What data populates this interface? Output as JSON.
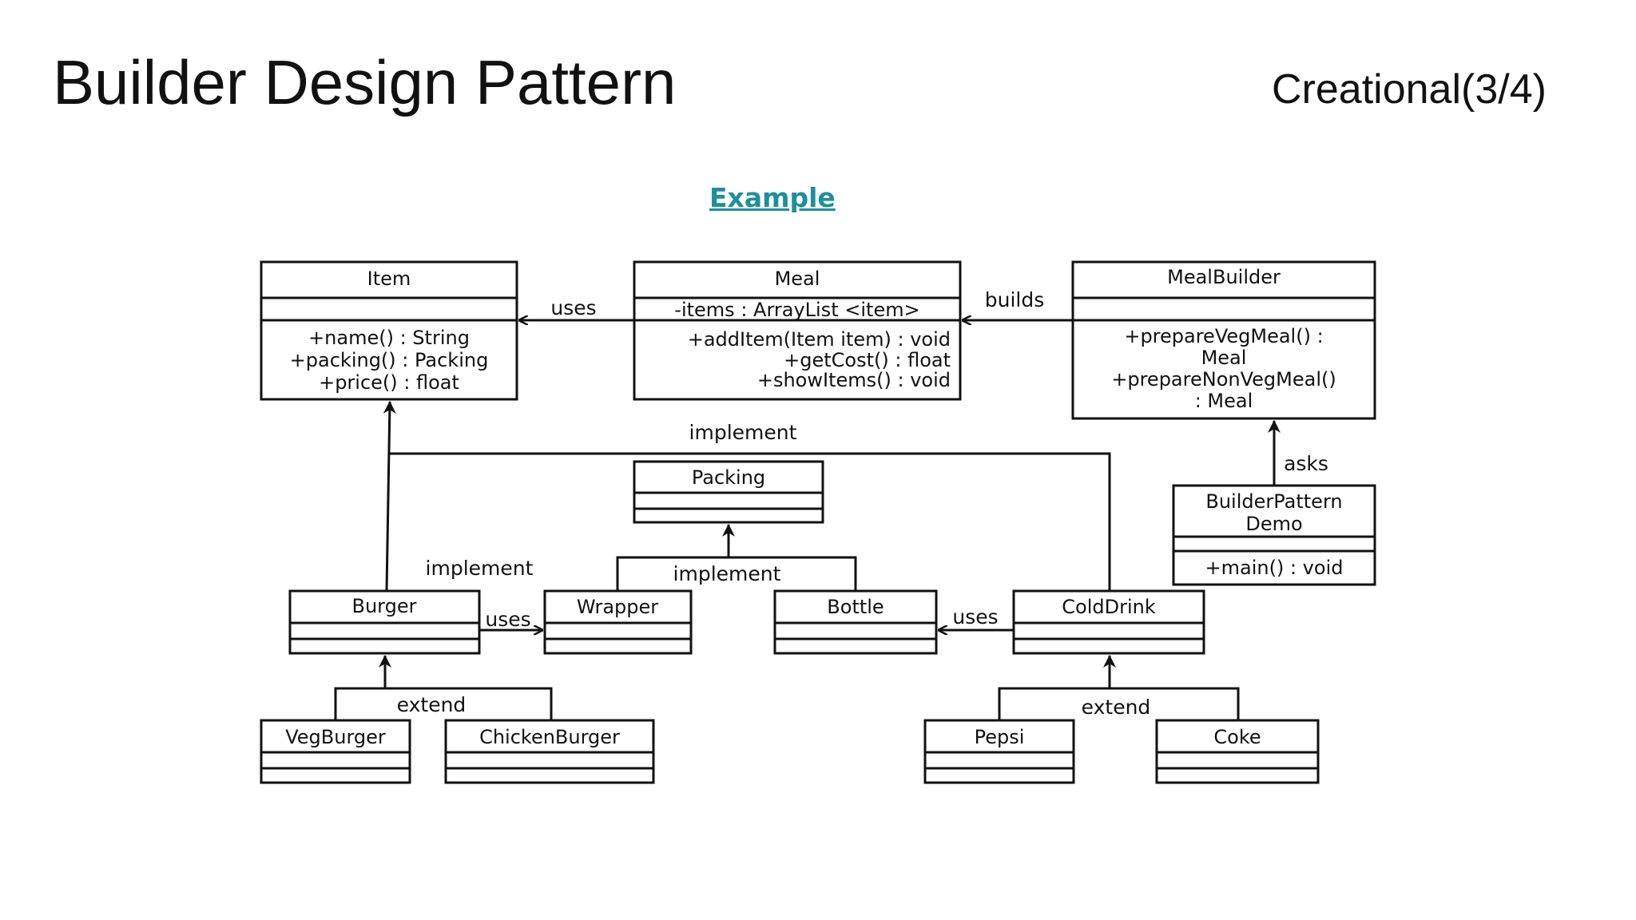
{
  "slide": {
    "title": "Builder Design Pattern",
    "subtitle": "Creational(3/4)",
    "link": "Example"
  },
  "diagram": {
    "classes": {
      "item": {
        "name": "Item",
        "attributes": [],
        "methods": [
          "+name() : String",
          "+packing() : Packing",
          "+price() : float"
        ]
      },
      "meal": {
        "name": "Meal",
        "attributes": [
          "-items : ArrayList <item>"
        ],
        "methods": [
          "+addItem(Item item) : void",
          "+getCost() : float",
          "+showItems() : void"
        ]
      },
      "mealbuilder": {
        "name": "MealBuilder",
        "attributes": [],
        "methods": [
          "+prepareVegMeal() :",
          "Meal",
          "+prepareNonVegMeal()",
          ": Meal"
        ]
      },
      "packing": {
        "name": "Packing"
      },
      "demo": {
        "name_line1": "BuilderPattern",
        "name_line2": "Demo",
        "methods": [
          "+main() : void"
        ]
      },
      "burger": {
        "name": "Burger"
      },
      "wrapper": {
        "name": "Wrapper"
      },
      "bottle": {
        "name": "Bottle"
      },
      "colddrink": {
        "name": "ColdDrink"
      },
      "vegburger": {
        "name": "VegBurger"
      },
      "chickenburger": {
        "name": "ChickenBurger"
      },
      "pepsi": {
        "name": "Pepsi"
      },
      "coke": {
        "name": "Coke"
      }
    },
    "relations": {
      "uses": "uses",
      "builds": "builds",
      "implement": "implement",
      "asks": "asks",
      "extend": "extend"
    }
  }
}
